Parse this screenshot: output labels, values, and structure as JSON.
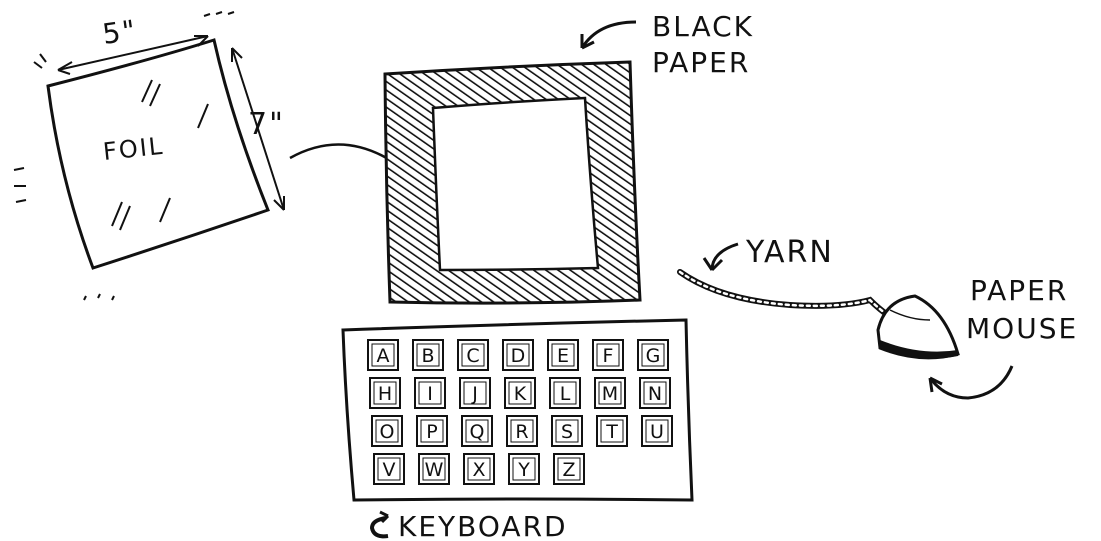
{
  "foil": {
    "label": "FOIL",
    "width_label": "5\"",
    "height_label": "7\""
  },
  "black_paper": {
    "label_line1": "BLACK",
    "label_line2": "PAPER"
  },
  "yarn": {
    "label": "YARN"
  },
  "paper_mouse": {
    "label_line1": "PAPER",
    "label_line2": "MOUSE"
  },
  "keyboard": {
    "label": "KEYBOARD",
    "rows": [
      [
        "A",
        "B",
        "C",
        "D",
        "E",
        "F",
        "G"
      ],
      [
        "H",
        "I",
        "J",
        "K",
        "L",
        "M",
        "N"
      ],
      [
        "O",
        "P",
        "Q",
        "R",
        "S",
        "T",
        "U"
      ],
      [
        "V",
        "W",
        "X",
        "Y",
        "Z"
      ]
    ]
  },
  "colors": {
    "ink": "#111111",
    "paper": "#ffffff"
  }
}
